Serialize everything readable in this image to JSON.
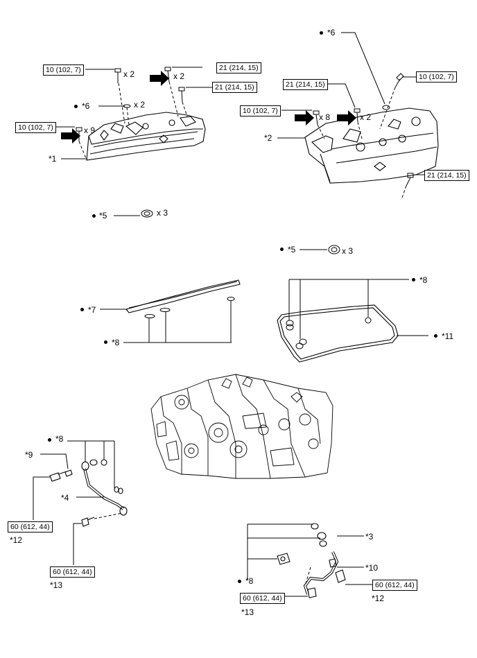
{
  "torque": {
    "t10_102_7": "10 (102, 7)",
    "t21_214_15": "21 (214, 15)",
    "t60_612_44": "60 (612, 44)"
  },
  "labels": {
    "p1": "*1",
    "p2": "*2",
    "p3": "*3",
    "p4": "*4",
    "p5": "*5",
    "p6": "*6",
    "p7": "*7",
    "p8": "*8",
    "p9": "*9",
    "p10": "*10",
    "p11": "*11",
    "p12": "*12",
    "p13": "*13"
  },
  "quantities": {
    "x2": "x 2",
    "x3": "x 3",
    "x8": "x 8",
    "x9": "x 9"
  }
}
